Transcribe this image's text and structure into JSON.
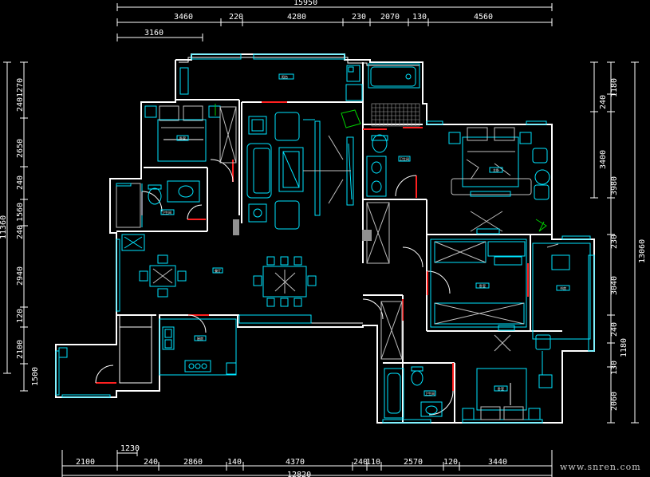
{
  "top_dims": {
    "overall_top": "15950",
    "row1": [
      "3460",
      "220",
      "4280",
      "230",
      "2070",
      "130",
      "4560"
    ],
    "row2": "3160"
  },
  "bottom_dims": {
    "row_a": "1230",
    "row_b": [
      "2100",
      "240",
      "2860",
      "140",
      "4370",
      "240",
      "110",
      "2570",
      "120",
      "3440"
    ],
    "overall_bottom": "12820"
  },
  "left_dims": {
    "overall": "11360",
    "segments": [
      "2401270",
      "2650",
      "240",
      "1560",
      "240",
      "2940",
      "120",
      "2100",
      "1500"
    ]
  },
  "right_dims": {
    "overall": "13060",
    "segments_a": [
      "1180",
      "240",
      "3400",
      "3980",
      "230",
      "3040",
      "240",
      "1180",
      "130",
      "2060"
    ]
  },
  "room_labels": {
    "balcony_top": "阳台",
    "bedroom_nw": "卧室",
    "bathroom_n": "卫生间",
    "master_bedroom": "主卧",
    "bath_w": "卫生间",
    "dining": "餐厅",
    "kitchen": "厨房",
    "bedroom_mid": "卧室",
    "study": "书房",
    "bath_s": "卫生间",
    "bedroom_se": "卧室",
    "living": "客厅"
  },
  "watermark": "www.snren.com",
  "colors": {
    "background": "#000000",
    "wall": "#ffffff",
    "furniture": "#00e5ff",
    "door": "#ff2020",
    "dimension": "#ffffff"
  }
}
